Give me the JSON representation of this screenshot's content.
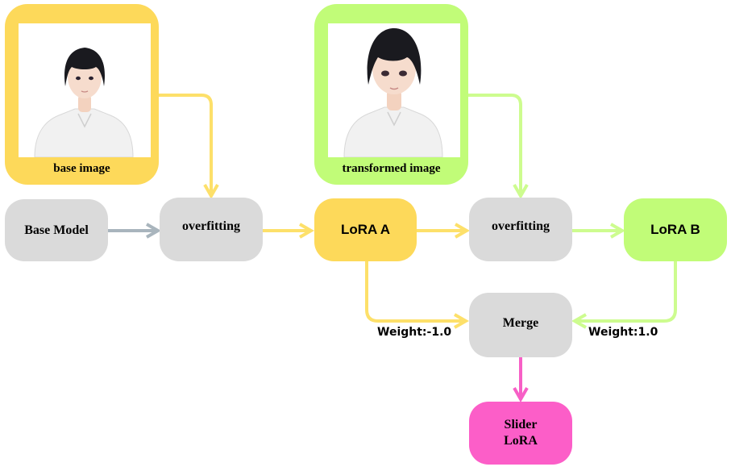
{
  "colors": {
    "yellow": "#fdd95a",
    "lime": "#c1fc78",
    "gray": "#dadada",
    "pink": "#fc5ec8",
    "arrow_gray": "#a9b5bd",
    "arrow_yellow": "#fde06a",
    "arrow_lime": "#cdfc8f",
    "arrow_pink": "#f75fc6"
  },
  "panels": {
    "base": {
      "caption": "base image",
      "image": "character-portrait-neutral"
    },
    "transformed": {
      "caption": "transformed image",
      "image": "character-portrait-transformed"
    }
  },
  "nodes": {
    "base_model": "Base Model",
    "overfitting_1": "overfitting",
    "lora_a": "LoRA A",
    "overfitting_2": "overfitting",
    "lora_b": "LoRA B",
    "merge": "Merge",
    "slider_line1": "Slider",
    "slider_line2": "LoRA"
  },
  "weights": {
    "a": "Weight:-1.0",
    "b": "Weight:1.0"
  }
}
